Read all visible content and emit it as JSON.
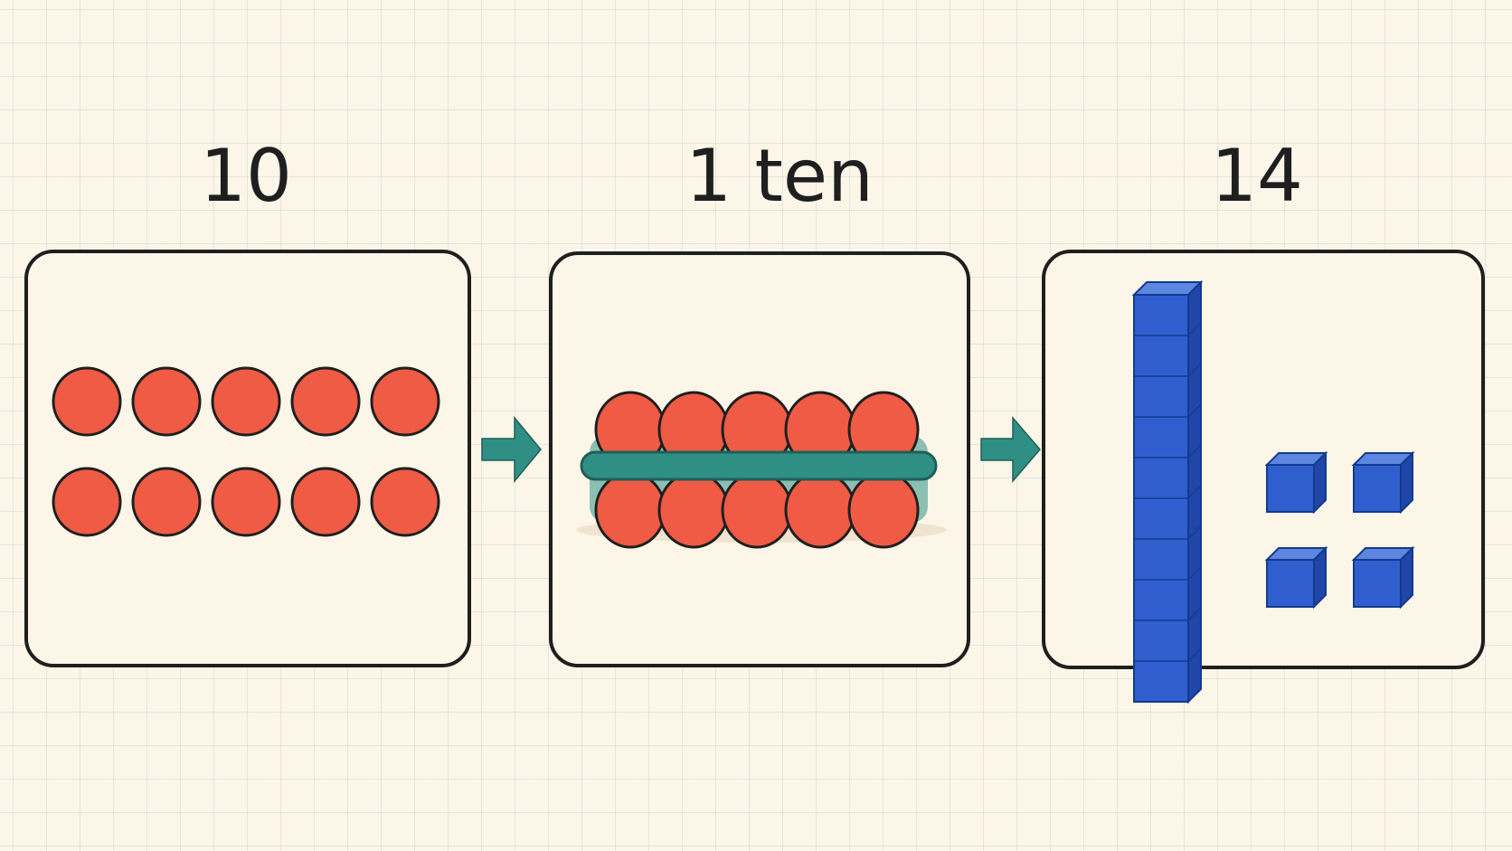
{
  "panels": [
    {
      "label": "10",
      "counters": 10
    },
    {
      "label": "1 ten",
      "counters": 10
    },
    {
      "label": "14",
      "tens_rods": 1,
      "ones_cubes": 4
    }
  ],
  "colors": {
    "counter_fill": "#ef5b45",
    "counter_stroke": "#1f1f1f",
    "band": "#2f8f84",
    "arrow": "#2f8f84",
    "block_front": "#2f5fcf",
    "block_top": "#5d86e0",
    "block_side": "#1f46a8",
    "panel_fill": "#fcf6e8",
    "panel_stroke": "#1f1f1f"
  },
  "icons": [
    "right-arrow-icon",
    "right-arrow-icon"
  ]
}
